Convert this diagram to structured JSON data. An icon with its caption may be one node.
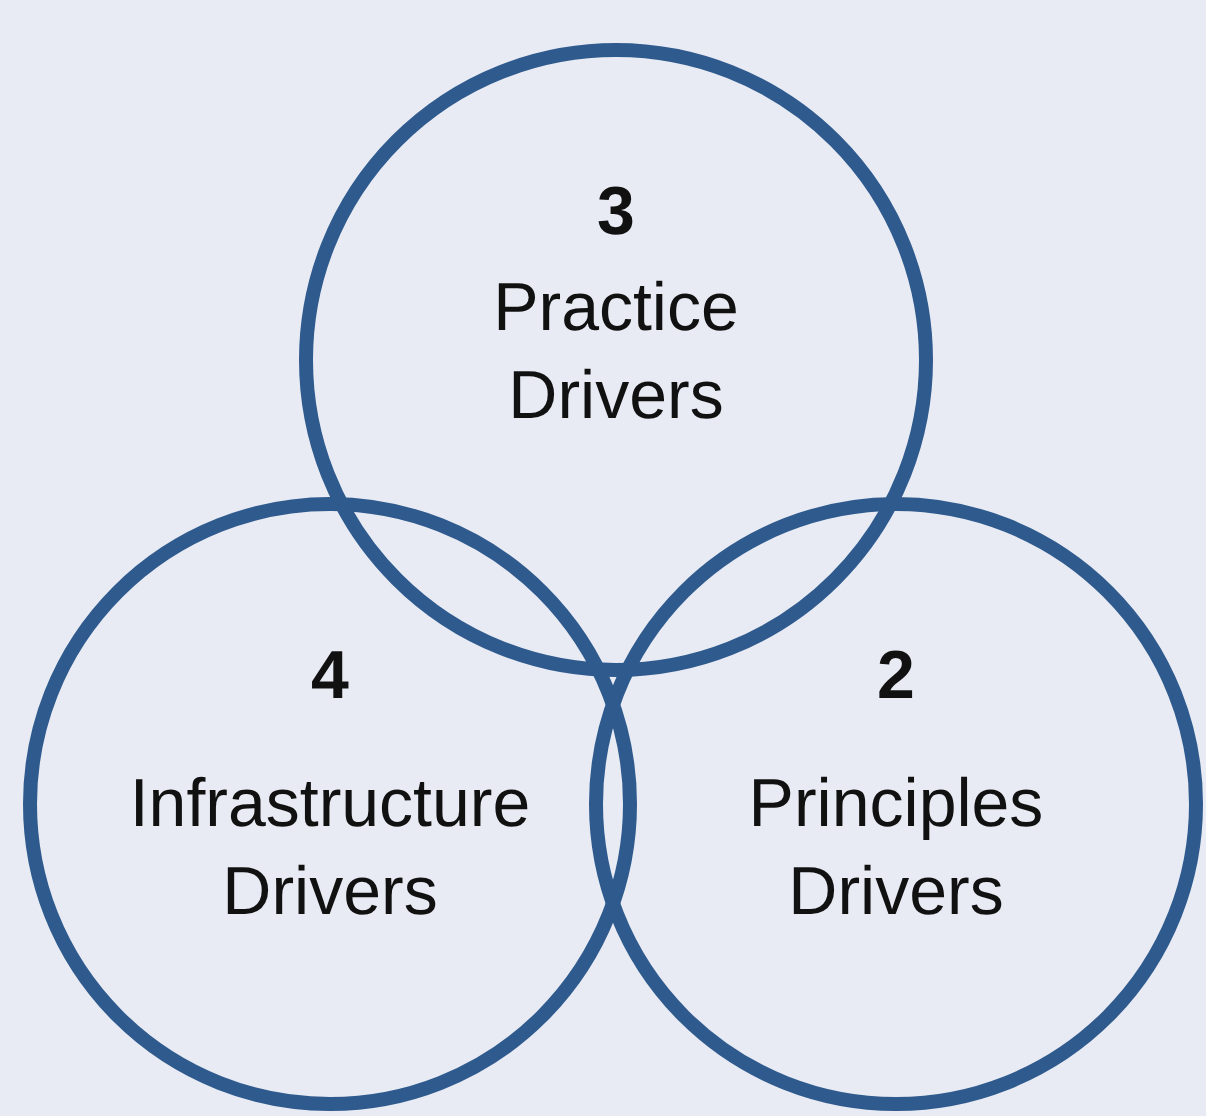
{
  "diagram": {
    "nodes": [
      {
        "text": [
          "3",
          "Practice Drivers"
        ]
      },
      {
        "text": [
          "4",
          "Infrastructure Drivers"
        ]
      },
      {
        "text": [
          "2",
          "Principles Drivers"
        ]
      }
    ]
  }
}
